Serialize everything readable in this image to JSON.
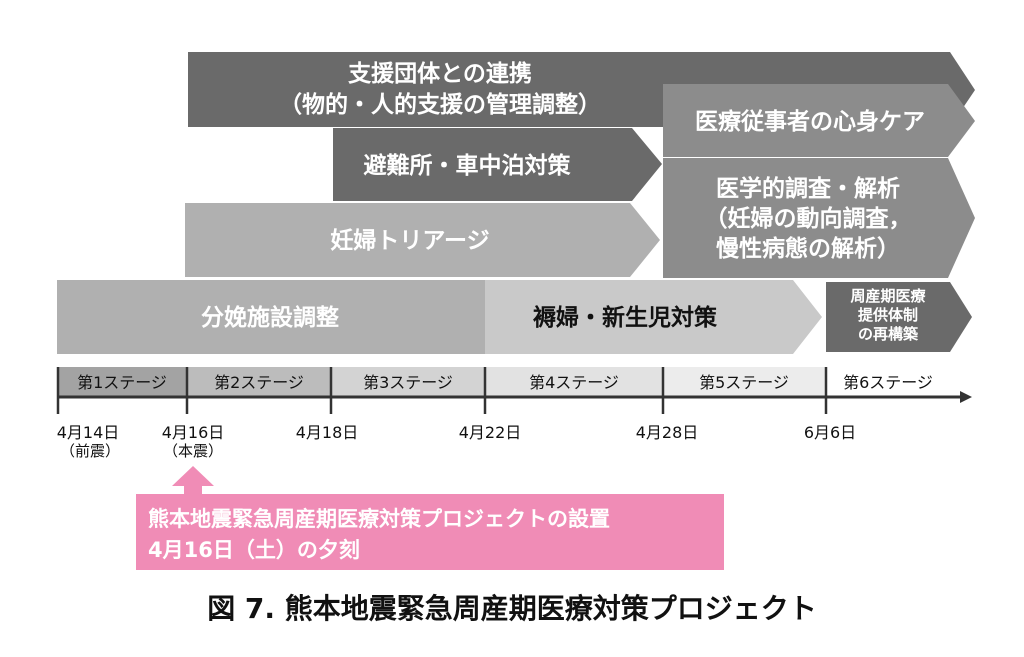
{
  "colors": {
    "dark": "#6a6a6a",
    "mid": "#8c8c8c",
    "light": "#b0b0b0",
    "lighter": "#c9c9c9",
    "pink": "#f08cb6",
    "stage_shades": [
      "#a3a3a3",
      "#bcbcbc",
      "#d3d3d3",
      "#e2e2e2",
      "#ececec",
      "#ffffff"
    ]
  },
  "bars": {
    "support_groups": {
      "line1": "支援団体との連携",
      "line2": "（物的・人的支援の管理調整）"
    },
    "staff_care": "医療従事者の心身ケア",
    "shelter": "避難所・車中泊対策",
    "medical_survey": {
      "line1": "医学的調査・解析",
      "line2": "（妊婦の動向調査，",
      "line3": "慢性病態の解析）"
    },
    "triage": "妊婦トリアージ",
    "delivery_coordination": "分娩施設調整",
    "postpartum": "褥婦・新生児対策",
    "rebuild": {
      "line1": "周産期医療",
      "line2": "提供体制",
      "line3": "の再構築"
    }
  },
  "stages": [
    "第1ステージ",
    "第2ステージ",
    "第3ステージ",
    "第4ステージ",
    "第5ステージ",
    "第6ステージ"
  ],
  "dates": [
    {
      "label": "4月14日",
      "sub": "（前震）"
    },
    {
      "label": "4月16日",
      "sub": "（本震）"
    },
    {
      "label": "4月18日",
      "sub": ""
    },
    {
      "label": "4月22日",
      "sub": ""
    },
    {
      "label": "4月28日",
      "sub": ""
    },
    {
      "label": "6月6日",
      "sub": ""
    }
  ],
  "callout": {
    "line1": "熊本地震緊急周産期医療対策プロジェクトの設置",
    "line2": "4月16日（土）の夕刻"
  },
  "caption": "図 7.  熊本地震緊急周産期医療対策プロジェクト"
}
